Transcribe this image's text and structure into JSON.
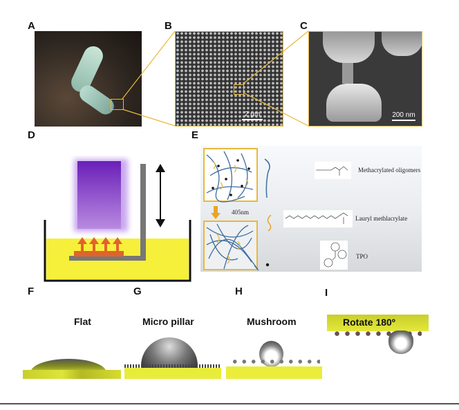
{
  "panels": {
    "a": {
      "label": "A"
    },
    "b": {
      "label": "B",
      "scale_bar": "2 µm"
    },
    "c": {
      "label": "C",
      "scale_bar": "200 nm"
    },
    "d": {
      "label": "D"
    },
    "e": {
      "label": "E",
      "wavelength": "405nm",
      "legend": [
        {
          "name": "Methacrylated oligomers"
        },
        {
          "name": "Lauryl methlacrylate"
        },
        {
          "name": "TPO"
        }
      ]
    },
    "f": {
      "label": "F",
      "title": "Flat"
    },
    "g": {
      "label": "G",
      "title": "Micro pillar"
    },
    "h": {
      "label": "H",
      "title": "Mushroom"
    },
    "i": {
      "label": "I",
      "title": "Rotate 180º"
    }
  },
  "colors": {
    "accent_yellow": "#e8b93a",
    "resin": "#f6f03a",
    "uv_light": "#7a2fc0",
    "structures": "#e0642a",
    "substrate": "#d6dc2e"
  }
}
